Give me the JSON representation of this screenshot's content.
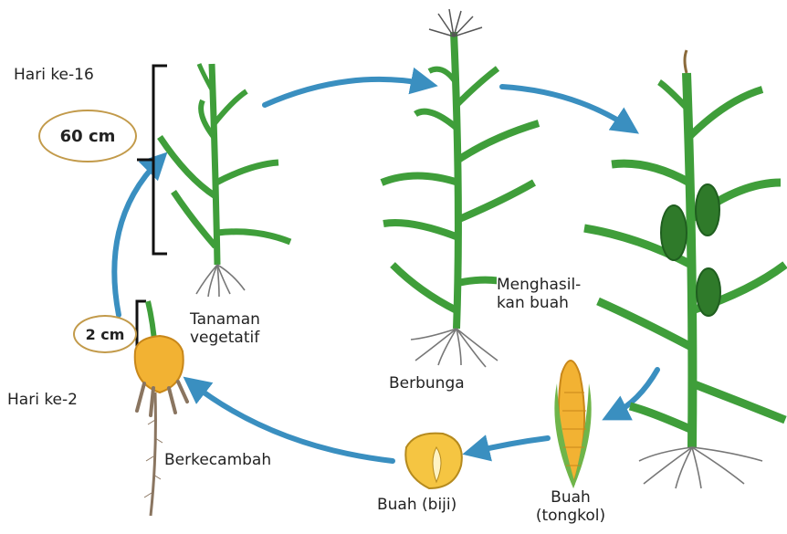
{
  "labels": {
    "day16": "Hari ke-16",
    "height60": "60 cm",
    "height2": "2 cm",
    "day2": "Hari ke-2",
    "vegetative": "Tanaman\nvegetatif",
    "flowering": "Berbunga",
    "fruiting": "Menghasil-\nkan buah",
    "germination": "Berkecambah",
    "seed": "Buah (biji)",
    "cob": "Buah\n(tongkol)"
  },
  "colors": {
    "arrow": "#3a8fc0",
    "leaf": "#3f9e3a",
    "leaf_dark": "#1f5e1f",
    "root": "#777777",
    "seed": "#f2b233",
    "oval_border": "#c29a4a"
  }
}
